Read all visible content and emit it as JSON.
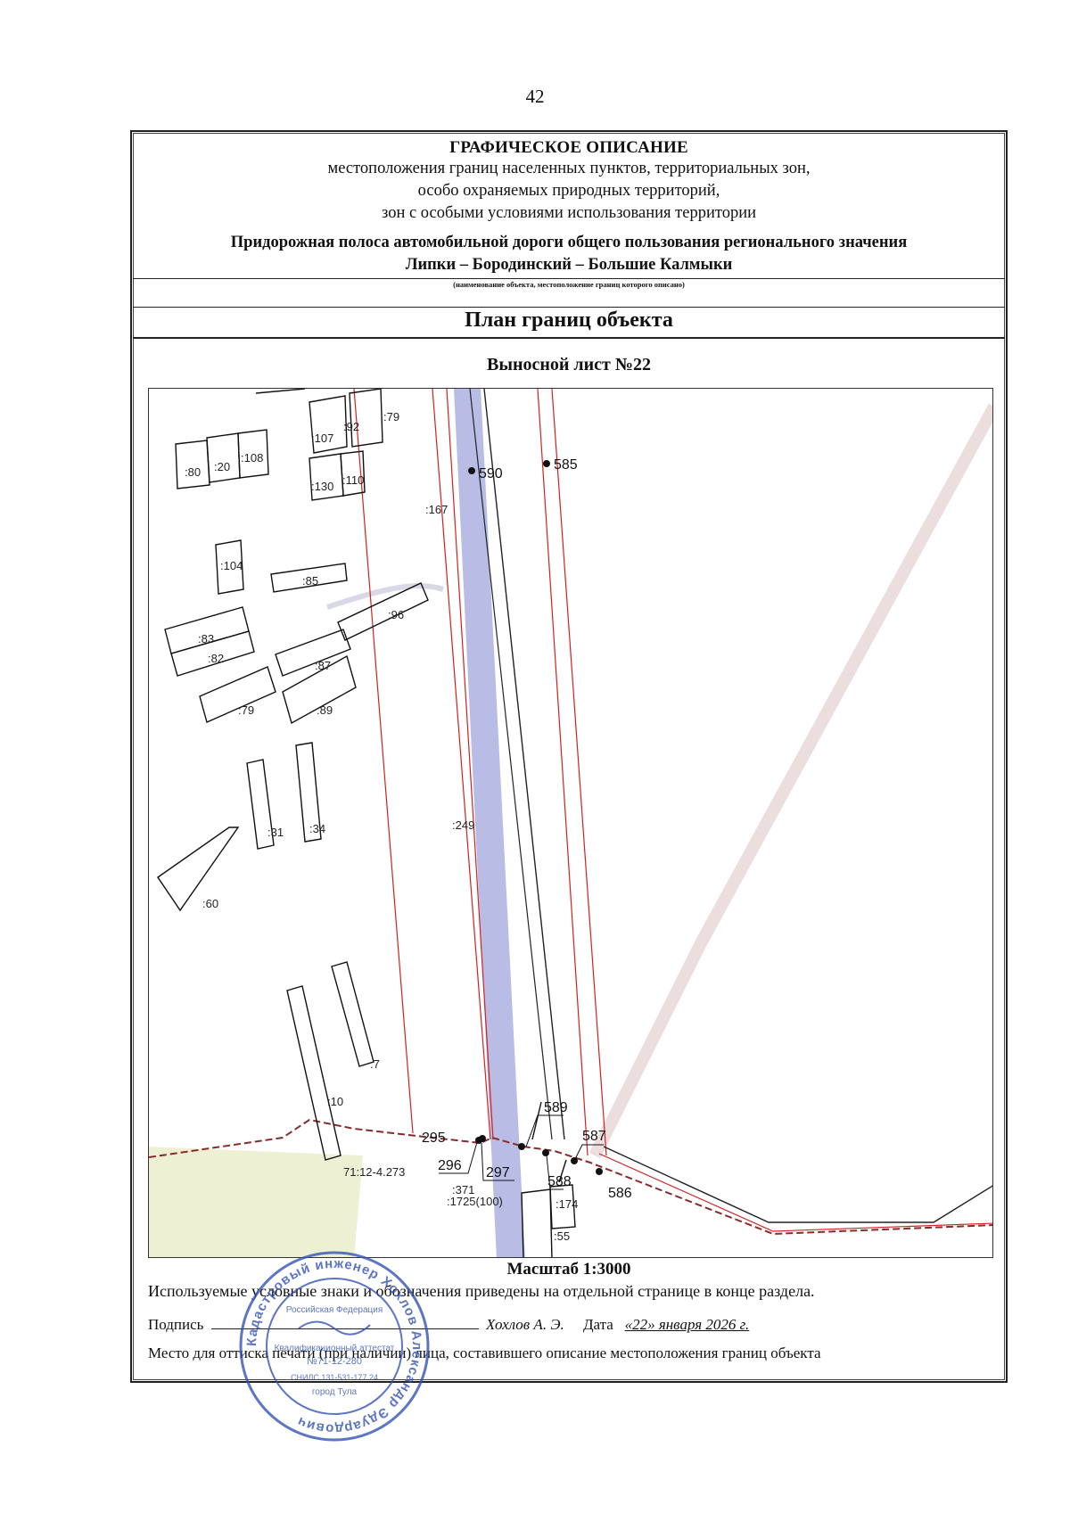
{
  "page_number": "42",
  "header": {
    "title": "ГРАФИЧЕСКОЕ ОПИСАНИЕ",
    "line1": "местоположения границ населенных пунктов, территориальных зон,",
    "line2": "особо охраняемых природных территорий,",
    "line3": "зон с особыми условиями использования территории",
    "object_line1": "Придорожная полоса автомобильной дороги общего пользования регионального значения",
    "object_line2": "Липки – Бородинский – Большие Калмыки",
    "object_caption": "(наименование объекта, местоположение границ которого описано)"
  },
  "plan_title": "План границ объекта",
  "sheet_title": "Выносной лист №22",
  "map": {
    "parcel_labels": [
      ":80",
      ":20",
      ":108",
      ":107",
      ":92",
      ":79",
      ":130",
      ":110",
      ":167",
      ":104",
      ":85",
      ":96",
      ":83",
      ":82",
      ":87",
      ":79",
      ":89",
      ":31",
      ":34",
      ":249",
      ":60",
      ":7",
      ":10",
      ":371",
      ":1725(100)",
      ":174",
      ":55"
    ],
    "point_labels": [
      "590",
      "585",
      "589",
      "587",
      "295",
      "296",
      "297",
      "588",
      "586"
    ],
    "quarter_label": "71:12-4.273",
    "colors": {
      "boundary": "#d42020",
      "road": "#b9bde6",
      "parcel": "#111111",
      "field": "#eef0d4"
    }
  },
  "scale": "Масштаб 1:3000",
  "legend_note": "Используемые условные знаки и обозначения приведены на отдельной странице в конце раздела.",
  "signature": {
    "label": "Подпись",
    "name": "Хохлов А. Э.",
    "date_label": "Дата",
    "date_value": "«22» января 2026 г."
  },
  "stamp_place": "Место для оттиска печати (при наличии) лица, составившего описание местоположения границ объекта",
  "stamp": {
    "outer_text": "Кадастровый инженер Хохлов Александр Эдуардович",
    "country": "Российская Федерация",
    "cert": "Квалификационный аттестат",
    "cert_no": "№71-12-280",
    "snils": "СНИЛС 131-531-177 24",
    "city": "город Тула"
  }
}
